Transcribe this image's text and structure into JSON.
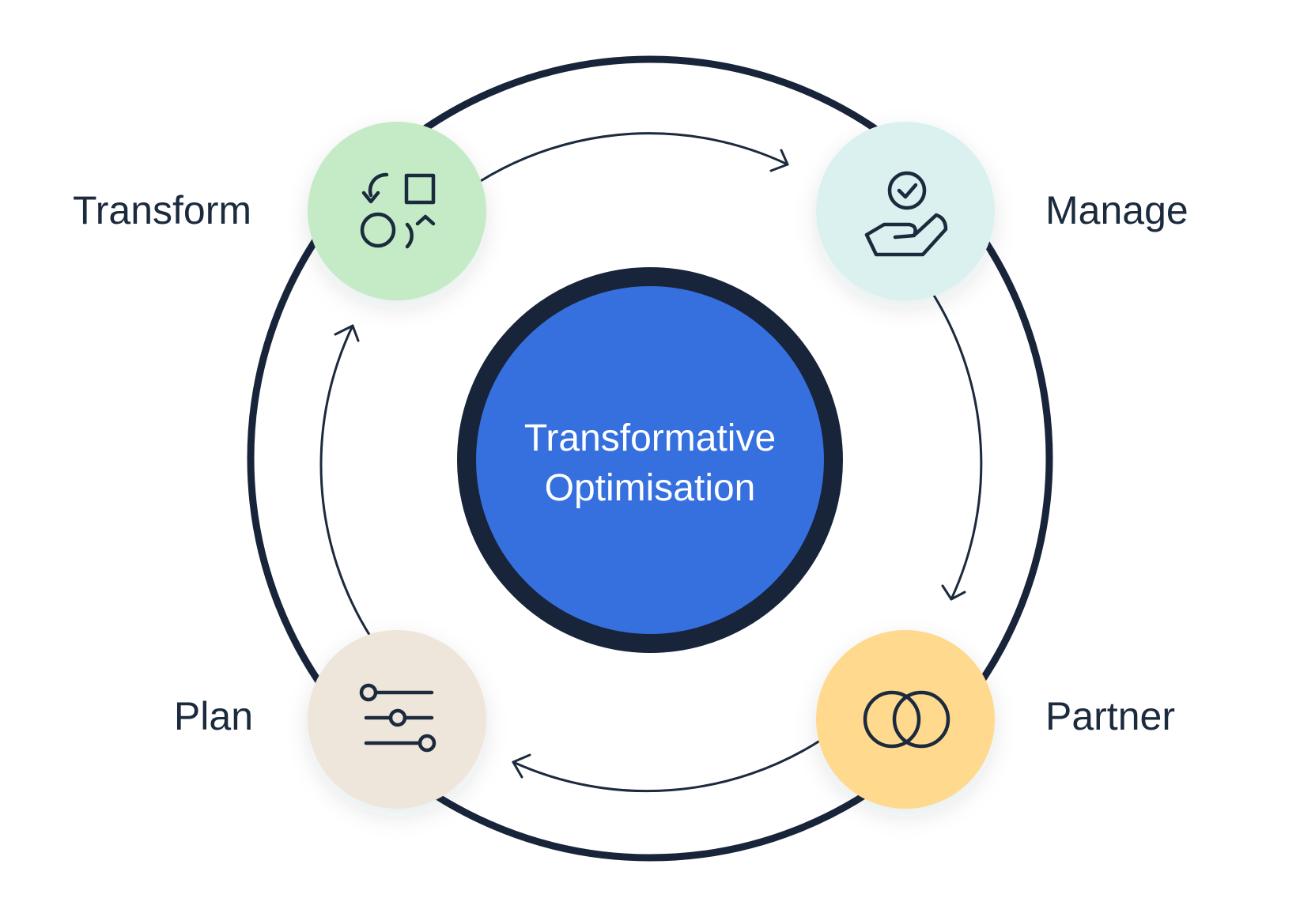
{
  "center": {
    "line1": "Transformative",
    "line2": "Optimisation",
    "fill_color": "#3670DF",
    "border_color": "#18243A"
  },
  "stages": [
    {
      "label": "Transform",
      "icon": "shapes-transform-icon",
      "color": "#C4EBC6"
    },
    {
      "label": "Manage",
      "icon": "hand-with-check-icon",
      "color": "#DAF1F0"
    },
    {
      "label": "Partner",
      "icon": "overlapping-circles-icon",
      "color": "#FFD98E"
    },
    {
      "label": "Plan",
      "icon": "sliders-icon",
      "color": "#EEE6DA"
    }
  ],
  "flow_direction": "clockwise",
  "ring_color": "#18243A"
}
